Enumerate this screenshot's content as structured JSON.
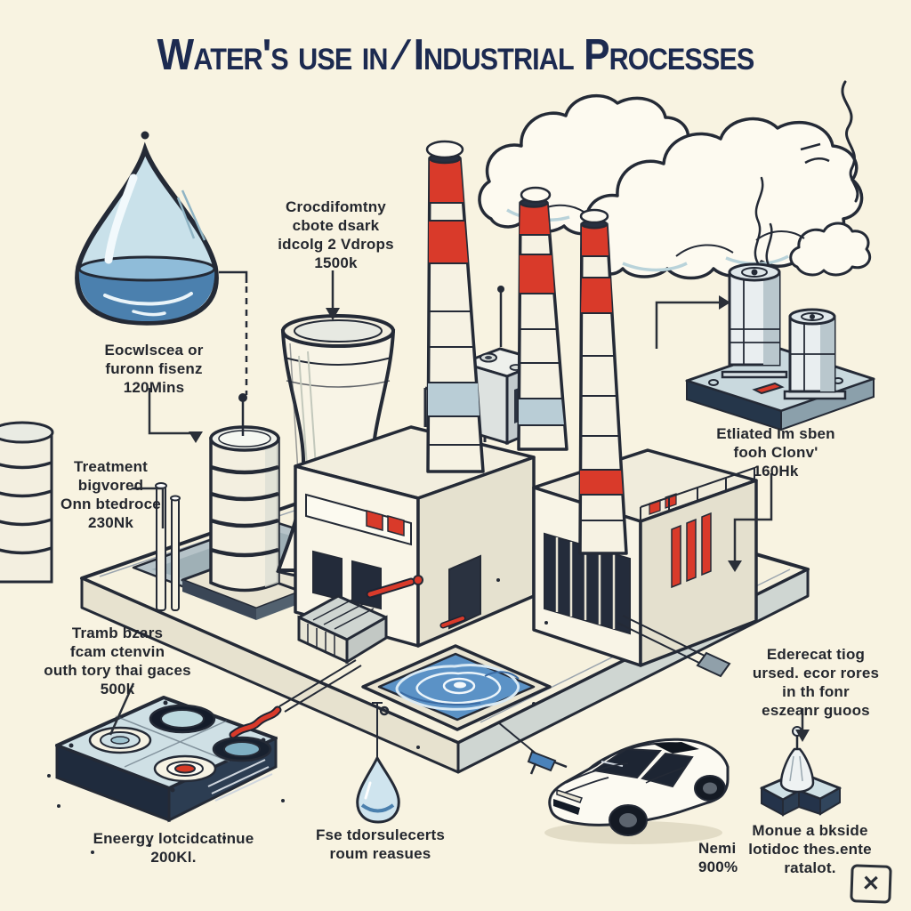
{
  "title": {
    "text": "Water's use in ∕ Industrial Processes"
  },
  "palette": {
    "background": "#f8f3e1",
    "ink": "#242a36",
    "title_navy": "#1c2a50",
    "red": "#d93a2a",
    "light_blue": "#bcd8e2",
    "water_blue": "#4b80ae",
    "pool_blue": "#5b92c6",
    "steel": "#cfe0e5"
  },
  "labels": {
    "feedwater": {
      "text": "Crocdifomtny\ncbote dsark\nidcolg 2 Vdrops\n1500k"
    },
    "intake": {
      "text": "Eocwlscea or\nfuronn fisenz\n120Mins"
    },
    "treatment": {
      "text": "Treatment\nbigvored\nOnn btedroce\n230Nk"
    },
    "steam": {
      "text": "Tramb bzars\nfcam ctenvin\nouth tory thai gaces\n500k"
    },
    "energy": {
      "text": "Eneergy lotcidcatinue\n200Kl."
    },
    "reuse": {
      "text": "Fse tdorsulecerts\nroum reasues"
    },
    "cooling": {
      "text": "Etliated Im sben\nfooh Clonv'\n160Hk"
    },
    "discharge": {
      "text": "Ederecat tiog\nursed. ecor rores\nin th fonr\neszeanr guoos"
    },
    "output_left": {
      "text": "Nemi\n900%"
    },
    "output_right": {
      "text": "Monue a bkside\nlotidoc thes.ente\nratalot."
    }
  },
  "icons": {
    "stamp": "✕"
  }
}
